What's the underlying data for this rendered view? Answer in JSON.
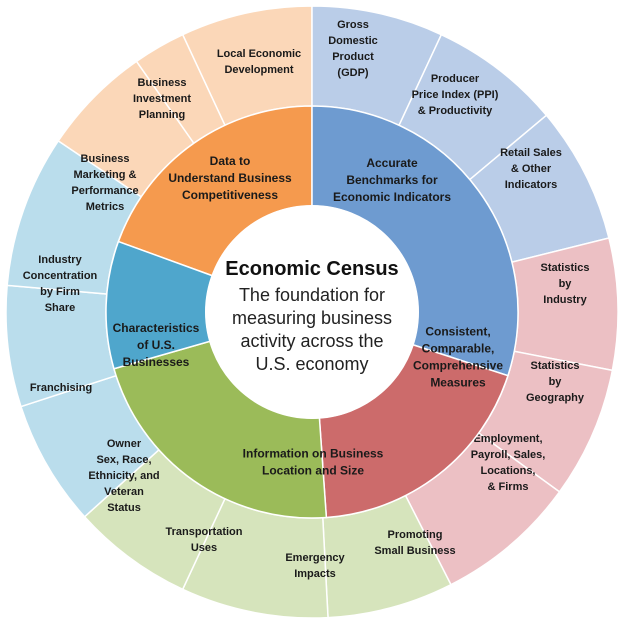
{
  "center": {
    "title": "Economic Census",
    "subtitle_lines": [
      "The foundation for",
      "measuring business",
      "activity across the",
      "U.S. economy"
    ]
  },
  "inner_sectors": [
    {
      "id": "data",
      "lines": [
        "Data to",
        "Understand Business",
        "Competitiveness"
      ],
      "color": "#F59A4E"
    },
    {
      "id": "benchmarks",
      "lines": [
        "Accurate",
        "Benchmarks for",
        "Economic Indicators"
      ],
      "color": "#6E9BD0"
    },
    {
      "id": "consistent",
      "lines": [
        "Consistent,",
        "Comparable,",
        "Comprehensive",
        "Measures"
      ],
      "color": "#CC6B6B"
    },
    {
      "id": "location",
      "lines": [
        "Information on Business",
        "Location and Size"
      ],
      "color": "#9BBB59"
    },
    {
      "id": "characteristics",
      "lines": [
        "Characteristics",
        "of  U.S.",
        "Businesses"
      ],
      "color": "#4FA6CC"
    }
  ],
  "outer_sectors": [
    {
      "id": "local-economic-development",
      "lines": [
        "Local Economic",
        "Development"
      ],
      "color": "#FBD7B8"
    },
    {
      "id": "gdp",
      "lines": [
        "Gross",
        "Domestic",
        "Product",
        "(GDP)"
      ],
      "color": "#BACDE8"
    },
    {
      "id": "ppi",
      "lines": [
        "Producer",
        "Price Index  (PPI)",
        "& Productivity"
      ],
      "color": "#BACDE8"
    },
    {
      "id": "retail-sales",
      "lines": [
        "Retail Sales",
        "& Other",
        "Indicators"
      ],
      "color": "#BACDE8"
    },
    {
      "id": "statistics-by-industry",
      "lines": [
        "Statistics",
        "by",
        "Industry"
      ],
      "color": "#ECC0C4"
    },
    {
      "id": "statistics-by-geography",
      "lines": [
        "Statistics",
        "by",
        "Geography"
      ],
      "color": "#ECC0C4"
    },
    {
      "id": "employment-payroll",
      "lines": [
        "Employment,",
        "Payroll, Sales,",
        "Locations,",
        "& Firms"
      ],
      "color": "#ECC0C4"
    },
    {
      "id": "promoting-small-business",
      "lines": [
        "Promoting",
        "Small Business"
      ],
      "color": "#D6E4BC"
    },
    {
      "id": "emergency-impacts",
      "lines": [
        "Emergency",
        "Impacts"
      ],
      "color": "#D6E4BC"
    },
    {
      "id": "transportation-uses",
      "lines": [
        "Transportation",
        "Uses"
      ],
      "color": "#D6E4BC"
    },
    {
      "id": "owner-demographics",
      "lines": [
        "Owner",
        "Sex, Race,",
        "Ethnicity, and",
        "Veteran",
        "Status"
      ],
      "color": "#BADDEC"
    },
    {
      "id": "franchising",
      "lines": [
        "Franchising"
      ],
      "color": "#BADDEC"
    },
    {
      "id": "industry-concentration",
      "lines": [
        "Industry",
        "Concentration",
        "by Firm",
        "Share"
      ],
      "color": "#BADDEC"
    },
    {
      "id": "business-marketing",
      "lines": [
        "Business",
        "Marketing &",
        "Performance",
        "Metrics"
      ],
      "color": "#FBD7B8"
    },
    {
      "id": "business-investment",
      "lines": [
        "Business",
        "Investment",
        "Planning"
      ],
      "color": "#FBD7B8"
    }
  ]
}
